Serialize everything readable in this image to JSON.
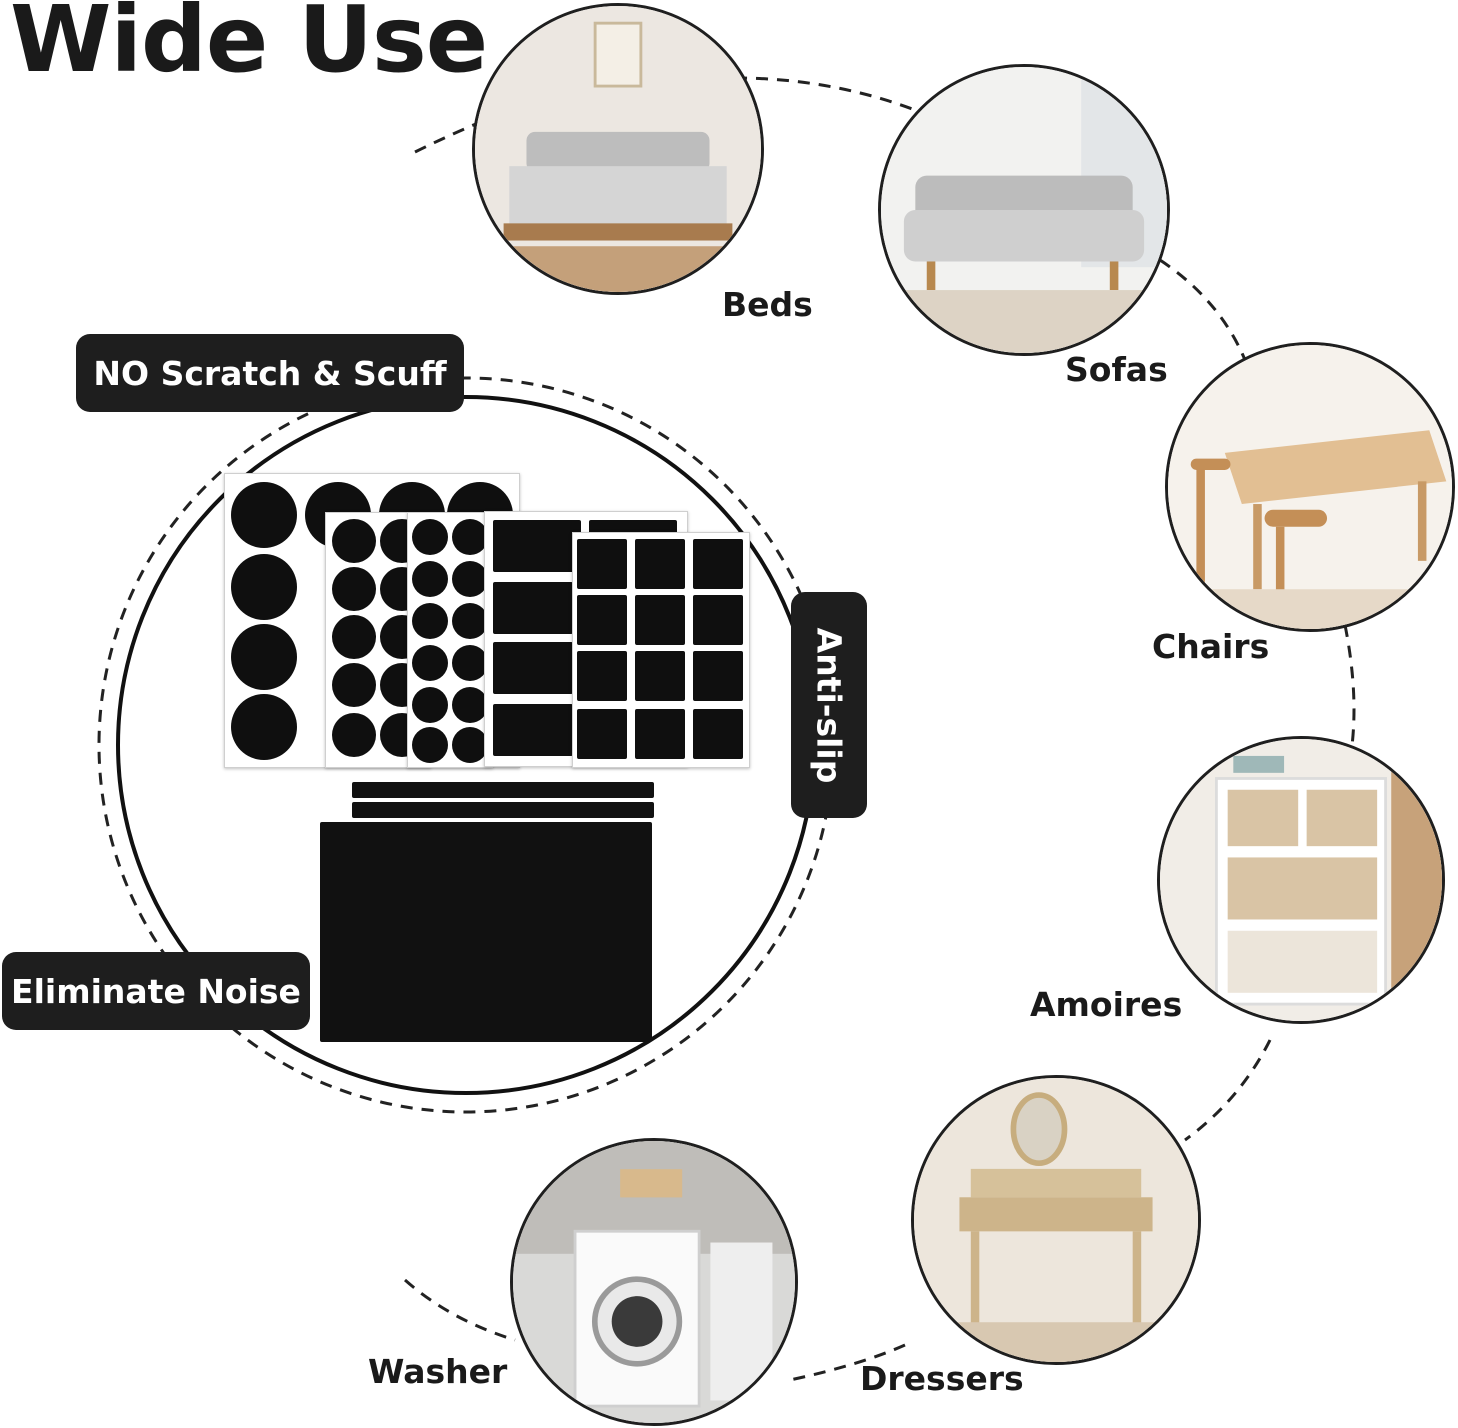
{
  "title": "Wide Use",
  "features": {
    "scratch": "NO Scratch & Scuff",
    "slip": "Anti-slip",
    "noise": "Eliminate Noise"
  },
  "uses": [
    {
      "label": "Beds",
      "icon": "bed-photo"
    },
    {
      "label": "Sofas",
      "icon": "sofa-photo"
    },
    {
      "label": "Chairs",
      "icon": "chairs-photo"
    },
    {
      "label": "Amoires",
      "icon": "armoire-photo"
    },
    {
      "label": "Dressers",
      "icon": "dresser-photo"
    },
    {
      "label": "Washer",
      "icon": "washer-photo"
    }
  ],
  "colors": {
    "ink": "#1e1e1e",
    "felt": "#0f0f0f",
    "background": "#ffffff"
  }
}
